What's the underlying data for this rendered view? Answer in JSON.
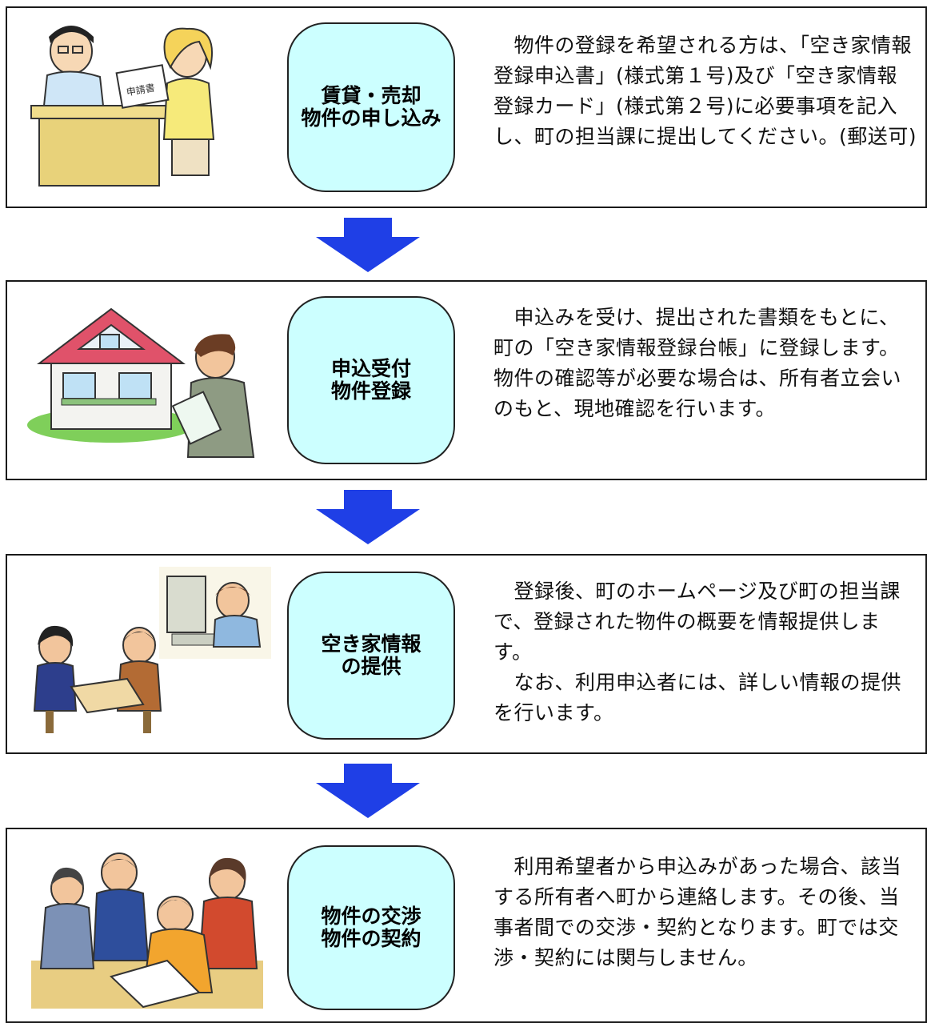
{
  "steps": [
    {
      "title": "賃貸・売却\n物件の申し込み",
      "description": "　物件の登録を希望される方は、「空き家情報登録申込書」(様式第１号)及び「空き家情報登録カード」(様式第２号)に必要事項を記入し、町の担当課に提出してください。(郵送可)",
      "illustration_label": "申請書"
    },
    {
      "title": "申込受付\n物件登録",
      "description": "　申込みを受け、提出された書類をもとに、町の「空き家情報登録台帳」に登録します。物件の確認等が必要な場合は、所有者立会いのもと、現地確認を行います。"
    },
    {
      "title": "空き家情報\nの提供",
      "description": "　登録後、町のホームページ及び町の担当課で、登録された物件の概要を情報提供します。\n　なお、利用申込者には、詳しい情報の提供を行います。"
    },
    {
      "title": "物件の交渉\n物件の契約",
      "description": "　利用希望者から申込みがあった場合、該当する所有者へ町から連絡します。その後、当事者間での交渉・契約となります。町では交渉・契約には関与しません。"
    }
  ],
  "colors": {
    "pill_fill": "#ccffff",
    "arrow": "#1f3fe6",
    "border": "#1a1a1a"
  },
  "icons": [
    "reception-counter-illustration",
    "house-registration-illustration",
    "information-service-illustration",
    "contract-meeting-illustration",
    "down-arrow-icon"
  ]
}
